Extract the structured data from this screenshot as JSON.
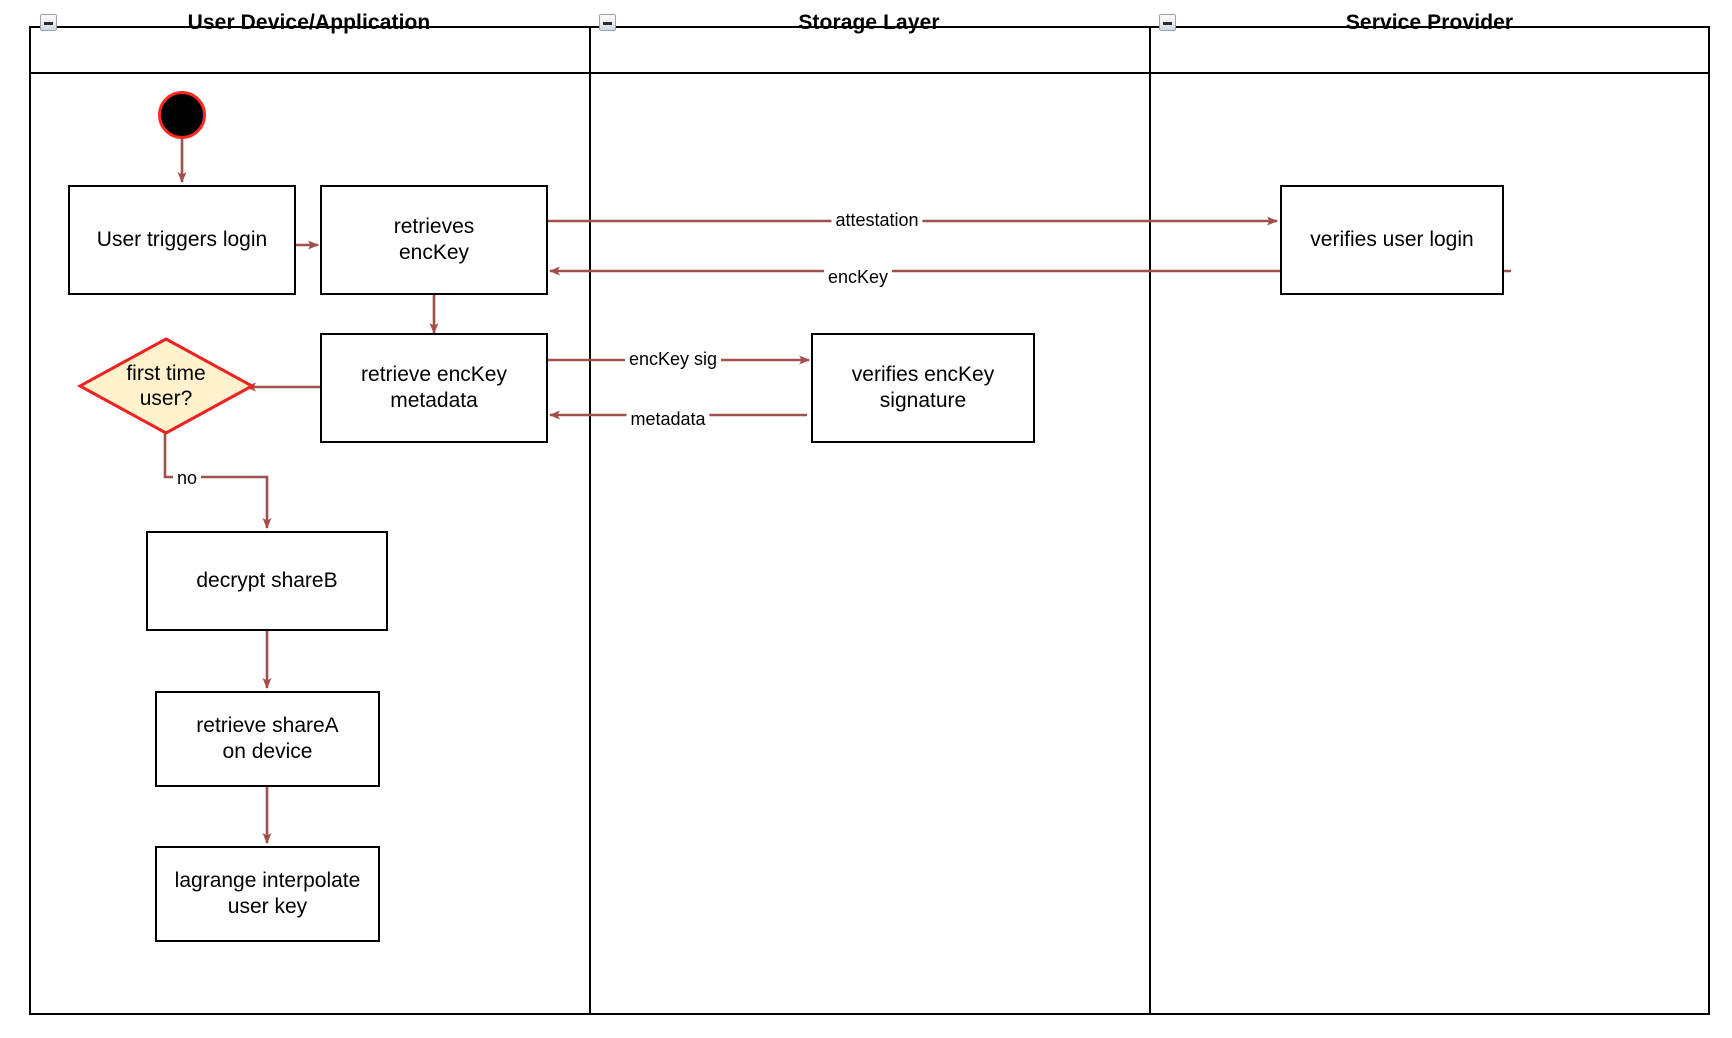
{
  "diagram": {
    "type": "swimlane-activity-diagram",
    "colors": {
      "edge": "#A0504A",
      "node_border": "#000000",
      "node_fill": "#FFFFFF",
      "decision_fill": "#FFF2CC",
      "decision_border": "#EE2222",
      "start_fill": "#000000",
      "start_ring": "#FF2A1F",
      "lane_border": "#000000",
      "background": "#FFFFFF"
    },
    "lanes": [
      {
        "id": "lane-user-device",
        "title": "User Device/Application",
        "collapse_icon": "collapse-minus-icon"
      },
      {
        "id": "lane-storage",
        "title": "Storage Layer",
        "collapse_icon": "collapse-minus-icon"
      },
      {
        "id": "lane-service-provider",
        "title": "Service Provider",
        "collapse_icon": "collapse-minus-icon"
      }
    ],
    "nodes": [
      {
        "id": "start",
        "kind": "initial-node",
        "label": "",
        "lane": "lane-user-device"
      },
      {
        "id": "user-triggers-login",
        "kind": "action",
        "label": "User triggers login",
        "lane": "lane-user-device"
      },
      {
        "id": "retrieves-enckey",
        "kind": "action",
        "label": "retrieves\nencKey",
        "lane": "lane-user-device"
      },
      {
        "id": "retrieve-enckey-metadata",
        "kind": "action",
        "label": "retrieve encKey\nmetadata",
        "lane": "lane-user-device"
      },
      {
        "id": "first-time-user",
        "kind": "decision",
        "label": "first time\nuser?",
        "lane": "lane-user-device"
      },
      {
        "id": "decrypt-shareb",
        "kind": "action",
        "label": "decrypt shareB",
        "lane": "lane-user-device"
      },
      {
        "id": "retrieve-sharea-on-device",
        "kind": "action",
        "label": "retrieve shareA\non device",
        "lane": "lane-user-device"
      },
      {
        "id": "lagrange-interpolate-user-key",
        "kind": "action",
        "label": "lagrange interpolate\nuser key",
        "lane": "lane-user-device"
      },
      {
        "id": "verifies-enckey-signature",
        "kind": "action",
        "label": "verifies encKey\nsignature",
        "lane": "lane-storage"
      },
      {
        "id": "verifies-user-login",
        "kind": "action",
        "label": "verifies user login",
        "lane": "lane-service-provider"
      }
    ],
    "edges": [
      {
        "id": "e-start-login",
        "from": "start",
        "to": "user-triggers-login",
        "label": ""
      },
      {
        "id": "e-login-retrieves",
        "from": "user-triggers-login",
        "to": "retrieves-enckey",
        "label": ""
      },
      {
        "id": "e-attestation",
        "from": "retrieves-enckey",
        "to": "verifies-user-login",
        "label": "attestation"
      },
      {
        "id": "e-enckey",
        "from": "verifies-user-login",
        "to": "retrieves-enckey",
        "label": "encKey"
      },
      {
        "id": "e-retrieves-metadata",
        "from": "retrieves-enckey",
        "to": "retrieve-enckey-metadata",
        "label": ""
      },
      {
        "id": "e-enckey-sig",
        "from": "retrieve-enckey-metadata",
        "to": "verifies-enckey-signature",
        "label": "encKey sig"
      },
      {
        "id": "e-metadata",
        "from": "verifies-enckey-signature",
        "to": "retrieve-enckey-metadata",
        "label": "metadata"
      },
      {
        "id": "e-metadata-decision",
        "from": "retrieve-enckey-metadata",
        "to": "first-time-user",
        "label": ""
      },
      {
        "id": "e-no-branch",
        "from": "first-time-user",
        "to": "decrypt-shareb",
        "label": "no"
      },
      {
        "id": "e-shareb-sharea",
        "from": "decrypt-shareb",
        "to": "retrieve-sharea-on-device",
        "label": ""
      },
      {
        "id": "e-sharea-lagrange",
        "from": "retrieve-sharea-on-device",
        "to": "lagrange-interpolate-user-key",
        "label": ""
      }
    ],
    "edge_labels": {
      "attestation": "attestation",
      "enckey": "encKey",
      "enckey_sig": "encKey sig",
      "metadata": "metadata",
      "no": "no"
    }
  }
}
